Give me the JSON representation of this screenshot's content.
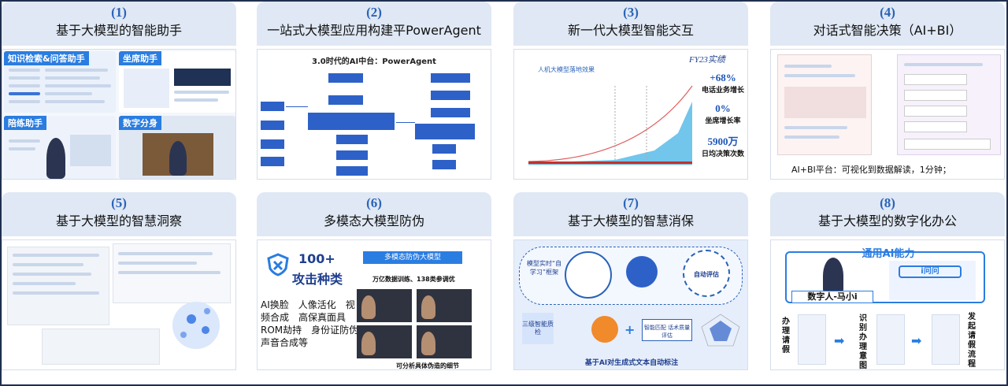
{
  "cards": [
    {
      "num": "(1)",
      "title": "基于大模型的智能助手",
      "labels": [
        "知识检索&问答助手",
        "坐席助手",
        "陪练助手",
        "数字分身"
      ]
    },
    {
      "num": "(2)",
      "title": "一站式大模型应用构建平PowerAgent",
      "diagram_title": "3.0时代的AI中台：PowerAgent"
    },
    {
      "num": "(3)",
      "title": "新一代大模型智能交互",
      "chart_title": "人机大模型落地效果",
      "badge": "FY23实绩",
      "stats": [
        {
          "value": "+68%",
          "label": "电话业务增长"
        },
        {
          "value": "0%",
          "label": "坐席增长率"
        },
        {
          "value": "5900万",
          "label": "日均决策次数"
        }
      ]
    },
    {
      "num": "(4)",
      "title": "对话式智能决策（AI+BI）",
      "caption": "AI+BI平台：可视化到数据解读，1分钟；"
    },
    {
      "num": "(5)",
      "title": "基于大模型的智慧洞察"
    },
    {
      "num": "(6)",
      "title": "多模态大模型防伪",
      "count": "100+",
      "count_label": "攻击种类",
      "attacks": "AI换脸　人像活化　视频合成　高保真面具　ROM劫持　身份证防伪　声音合成等",
      "banner": "多模态防伪大模型",
      "sub_banner": "万亿数据训练、138类参调优",
      "footer": "可分析具体伪造的细节"
    },
    {
      "num": "(7)",
      "title": "基于大模型的智慧消保",
      "bubble_left": "模型实时“自学习”框架",
      "bubble_right": "自动评估",
      "left_box": "三级智能质检",
      "mid_box": "智能匹配 话术质量评估",
      "footer": "基于AI对生成式文本自动标注"
    },
    {
      "num": "(8)",
      "title": "基于大模型的数字化办公",
      "banner": "通用AI能力",
      "name_tag": "数字人-马小i",
      "app_name": "i问问",
      "steps": [
        "办理请假",
        "识别办理意图",
        "发起请假流程"
      ]
    }
  ],
  "colors": {
    "header_bg": "#dfe8f4",
    "number": "#2a63b8",
    "accent": "#2a7de1",
    "stat": "#1e56b8"
  }
}
